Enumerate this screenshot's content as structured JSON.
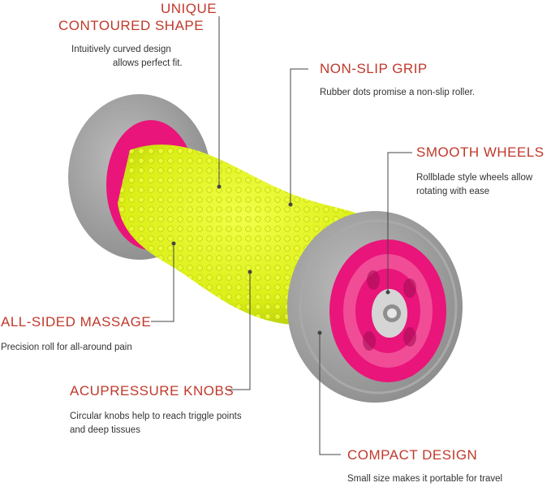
{
  "colors": {
    "title": "#c0392b",
    "text": "#333333",
    "leader": "#444444",
    "wheel_gray": "#9c9c9c",
    "hub_pink": "#e9157a",
    "roller_yellow": "#dff21a"
  },
  "features": {
    "unique": {
      "title_line1": "UNIQUE",
      "title_line2": "CONTOURED SHAPE",
      "desc_line1": "Intuitively curved design",
      "desc_line2": "allows perfect fit."
    },
    "nonslip": {
      "title": "NON-SLIP GRIP",
      "desc": "Rubber dots promise a non-slip roller."
    },
    "smooth": {
      "title": "SMOOTH WHEELS",
      "desc_line1": "Rollblade style wheels allow",
      "desc_line2": "rotating with ease"
    },
    "allsided": {
      "title": "ALL-SIDED MASSAGE",
      "desc": "Precision roll for all-around pain"
    },
    "acupressure": {
      "title": "ACUPRESSURE KNOBS",
      "desc_line1": "Circular knobs help to reach triggle points",
      "desc_line2": "and deep tissues"
    },
    "compact": {
      "title": "COMPACT DESIGN",
      "desc": "Small size makes it portable for travel"
    }
  },
  "product": {
    "icon": "foot-massage-roller-icon"
  }
}
